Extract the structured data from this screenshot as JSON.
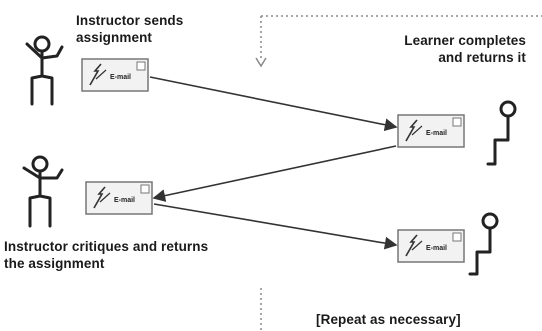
{
  "labels": {
    "instructor_sends": "Instructor sends assignment",
    "learner_completes": "Learner completes and returns it",
    "instructor_critiques": "Instructor critiques and returns the assignment",
    "repeat": "[Repeat as necessary]"
  },
  "email_label": "E-mail",
  "icons": {
    "instructor_figure": "stick-figure-waving",
    "learner_figure": "stick-figure-seated",
    "email": "email-envelope-icon"
  },
  "colors": {
    "line": "#333333",
    "dotted": "#888888",
    "email_border": "#777777",
    "email_fill": "#f2f2f2",
    "text": "#1a1a1a"
  }
}
